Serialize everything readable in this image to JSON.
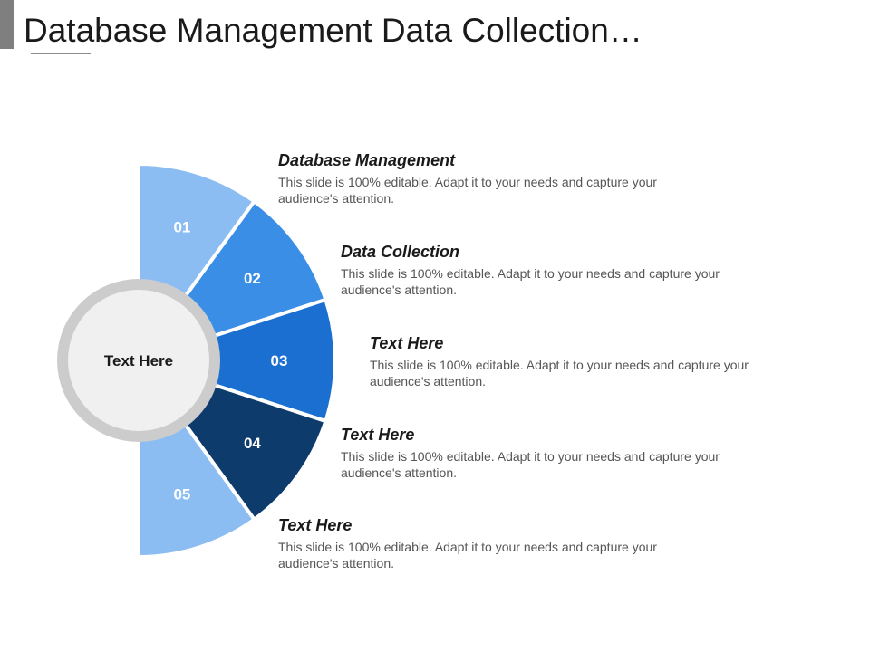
{
  "title": "Database Management Data Collection…",
  "colors": {
    "accent_bar": "#7f7f7f",
    "title_underline": "#8c8c8c",
    "hub_ring": "#cccccc",
    "hub_fill": "#f0f0f0",
    "divider": "#ffffff"
  },
  "hub": {
    "label": "Text Here"
  },
  "segments": [
    {
      "number": "01",
      "color": "#8bbdf3"
    },
    {
      "number": "02",
      "color": "#3a8ee6"
    },
    {
      "number": "03",
      "color": "#1a6fd0"
    },
    {
      "number": "04",
      "color": "#0d3b6b"
    },
    {
      "number": "05",
      "color": "#8bbdf3"
    }
  ],
  "items": [
    {
      "heading": "Database Management",
      "body": "This slide is 100% editable. Adapt it to your needs and capture your audience's attention."
    },
    {
      "heading": "Data Collection",
      "body": "This slide is 100% editable. Adapt it to your needs and capture your audience's attention."
    },
    {
      "heading": "Text Here",
      "body": "This slide is 100% editable. Adapt it to your needs and capture your audience's attention."
    },
    {
      "heading": "Text Here",
      "body": "This slide is 100% editable. Adapt it to your needs and capture your audience's attention."
    },
    {
      "heading": "Text Here",
      "body": "This slide is 100% editable. Adapt it to your needs and capture your audience's attention."
    }
  ]
}
